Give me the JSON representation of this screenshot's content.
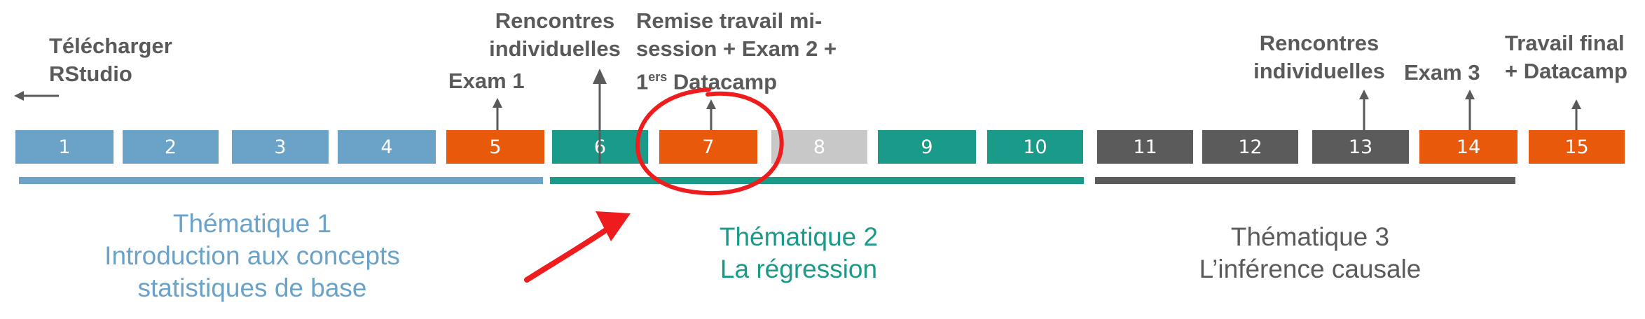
{
  "colors": {
    "blue": "#6aa2c8",
    "orange": "#e8590c",
    "teal": "#1a9a88",
    "gray_light": "#c8c8c8",
    "gray_dark": "#5b5b5b",
    "label": "#5a5a5a",
    "red": "#ee1c1c"
  },
  "sessions": [
    {
      "n": "1",
      "color": "blue"
    },
    {
      "n": "2",
      "color": "blue"
    },
    {
      "n": "3",
      "color": "blue"
    },
    {
      "n": "4",
      "color": "blue"
    },
    {
      "n": "5",
      "color": "orange"
    },
    {
      "n": "6",
      "color": "teal"
    },
    {
      "n": "7",
      "color": "orange"
    },
    {
      "n": "8",
      "color": "gray_light"
    },
    {
      "n": "9",
      "color": "teal"
    },
    {
      "n": "10",
      "color": "teal"
    },
    {
      "n": "11",
      "color": "gray_dark"
    },
    {
      "n": "12",
      "color": "gray_dark"
    },
    {
      "n": "13",
      "color": "gray_dark"
    },
    {
      "n": "14",
      "color": "orange"
    },
    {
      "n": "15",
      "color": "orange"
    }
  ],
  "labels": {
    "download": {
      "line1": "Télécharger",
      "line2": "RStudio"
    },
    "exam1": "Exam 1",
    "meetings1": {
      "line1": "Rencontres",
      "line2": "individuelles"
    },
    "remise": {
      "line1": "Remise travail mi-",
      "line2": "session + Exam 2 +",
      "line3_prefix": "1",
      "line3_sup": "ers",
      "line3_suffix": " Datacamp"
    },
    "meetings2": {
      "line1": "Rencontres",
      "line2": "individuelles"
    },
    "exam3": "Exam 3",
    "final": {
      "line1": "Travail final",
      "line2": "+ Datacamp"
    }
  },
  "themes": [
    {
      "title": "Thématique 1",
      "line2": "Introduction aux concepts",
      "line3": "statistiques de base",
      "color": "blue"
    },
    {
      "title": "Thématique 2",
      "line2": "La régression",
      "color": "teal"
    },
    {
      "title": "Thématique 3",
      "line2": "L’inférence causale",
      "color": "gray_dark"
    }
  ]
}
